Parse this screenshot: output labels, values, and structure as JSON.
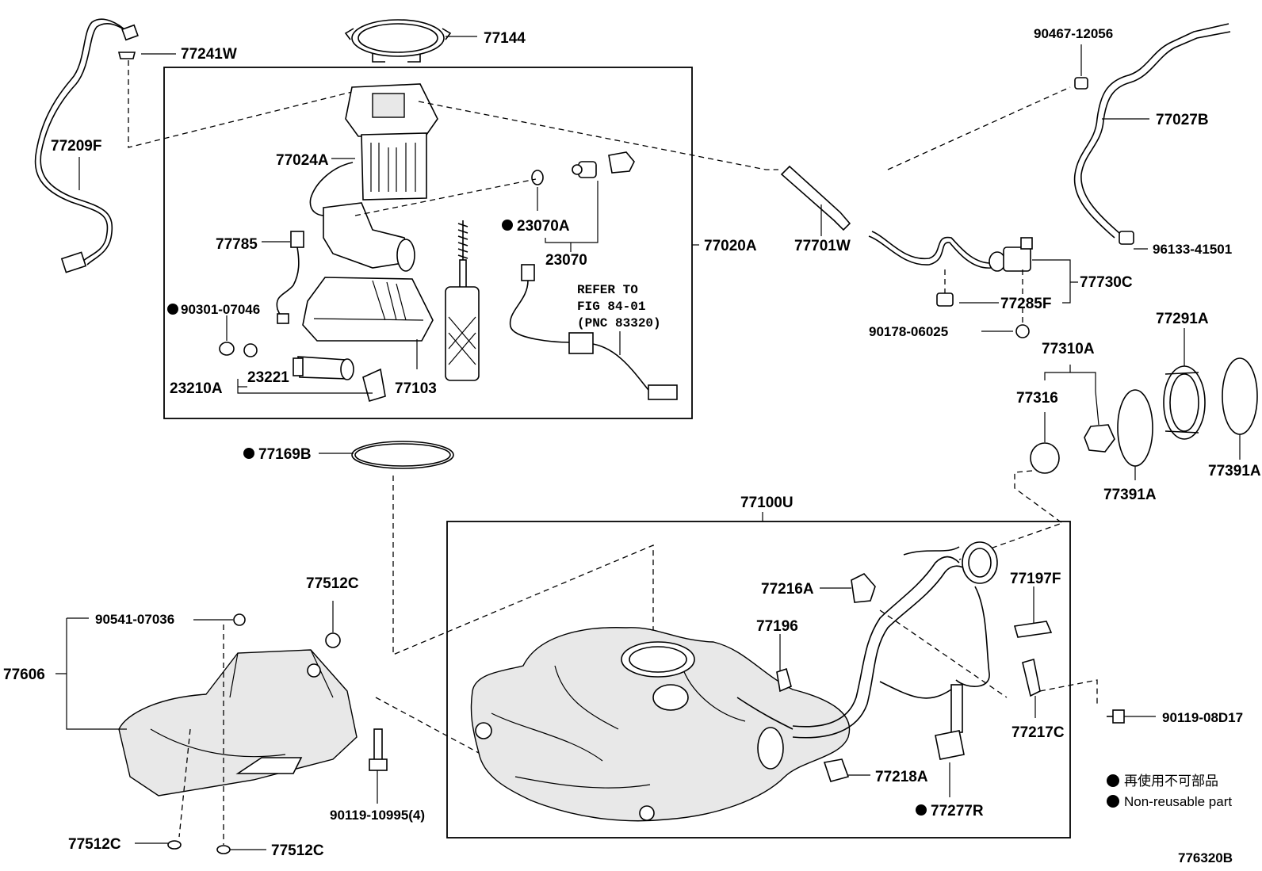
{
  "labels": {
    "p77241W": "77241W",
    "p77209F": "77209F",
    "p77144": "77144",
    "p77024A": "77024A",
    "p77785": "77785",
    "p90301": "90301-07046",
    "p23221": "23221",
    "p23210A": "23210A",
    "p77103": "77103",
    "p23070A": "23070A",
    "p23070": "23070",
    "refer_line1": "REFER TO",
    "refer_line2": "FIG 84-01",
    "refer_line3": "(PNC 83320)",
    "p77020A": "77020A",
    "p77701W": "77701W",
    "p90467": "90467-12056",
    "p77027B": "77027B",
    "p96133": "96133-41501",
    "p77730C": "77730C",
    "p77285F": "77285F",
    "p90178": "90178-06025",
    "p77291A": "77291A",
    "p77310A": "77310A",
    "p77316": "77316",
    "p77391A_1": "77391A",
    "p77391A_2": "77391A",
    "p77169B": "77169B",
    "p77100U": "77100U",
    "p77216A": "77216A",
    "p77196": "77196",
    "p77197F": "77197F",
    "p77217C": "77217C",
    "p90119_08D17": "90119-08D17",
    "p77218A": "77218A",
    "p77277R": "77277R",
    "p77512C_top": "77512C",
    "p90541": "90541-07036",
    "p77606": "77606",
    "p90119_10995": "90119-10995(4)",
    "p77512C_bl": "77512C",
    "p77512C_br": "77512C"
  },
  "legend": {
    "jp": "再使用不可部品",
    "en": "Non-reusable part"
  },
  "figure_id": "776320B"
}
